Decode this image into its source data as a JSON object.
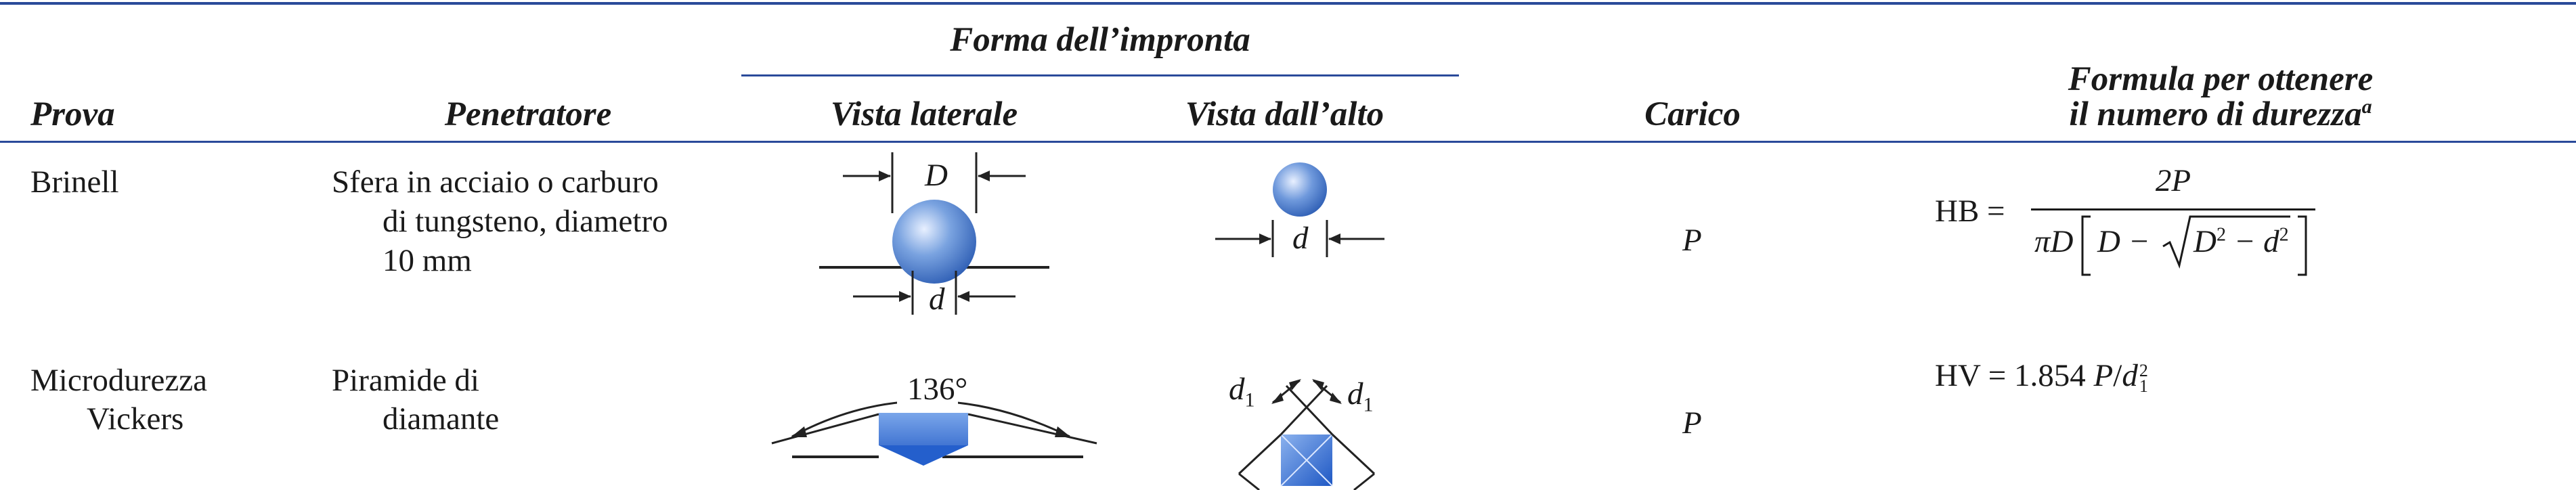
{
  "header": {
    "group": "Forma dell’impronta",
    "prova": "Prova",
    "penetratore": "Penetratore",
    "vista_laterale": "Vista laterale",
    "vista_alto": "Vista dall’alto",
    "carico": "Carico",
    "formula_line1": "Formula per ottenere",
    "formula_line2": "il numero di durezza",
    "formula_sup": "a"
  },
  "rows": [
    {
      "prova": [
        "Brinell"
      ],
      "penetratore": [
        "Sfera in acciaio o carburo",
        "di tungsteno, diametro",
        "10 mm"
      ],
      "side_labels": {
        "top": "D",
        "bottom": "d"
      },
      "top_label": "d",
      "carico": "P",
      "formula": {
        "lhs": "HB =",
        "numerator": "2P",
        "den_pi": "πD",
        "den_D": "D −",
        "rad_D": "D",
        "rad_exp": "2",
        "rad_minus": "− d",
        "rad_exp2": "2"
      }
    },
    {
      "prova": [
        "Microdurezza",
        "Vickers"
      ],
      "penetratore": [
        "Piramide di",
        "diamante"
      ],
      "side_angle": "136°",
      "top_labels": {
        "left": "d",
        "left_sub": "1",
        "right": "d",
        "right_sub": "1"
      },
      "carico": "P",
      "formula": {
        "lhs": "HV = 1.854 ",
        "p": "P",
        "slash": "/",
        "d": "d",
        "sup": "2",
        "sub": "1"
      }
    }
  ],
  "colors": {
    "rule": "#2a4a9a",
    "sphere": "#6a95d8",
    "pyramid": "#2f6cd0"
  }
}
